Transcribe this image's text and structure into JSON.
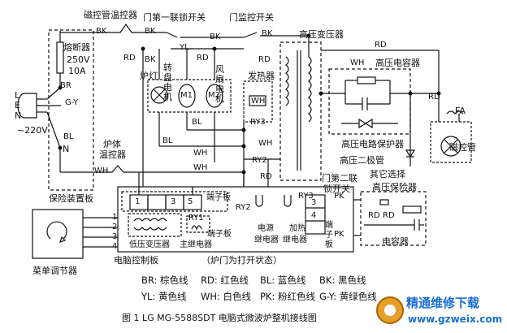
{
  "labels": {
    "magnetron_thermostat": "磁控管温控器",
    "door_first_interlock": "门第一联锁开关",
    "door_monitor_switch": "门监控开关",
    "hv_transformer": "高压变压器",
    "hv_capacitor": "高压电容器",
    "fuse_title": "熔断器",
    "fuse_voltage": "250V",
    "fuse_current": "10A",
    "turntable_motor": "转盘电机",
    "fan_motor": "风扇电机",
    "oven_lamp": "炉灯",
    "heater": "发热器",
    "hv_circuit_protector": "高压电路保护器",
    "hv_diode": "高压二极管",
    "magnetron": "磁控管",
    "other_options": "其它选择",
    "hv_protector": "高压保险器",
    "capacitor": "电容器",
    "cavity_thermostat_1": "炉体",
    "cavity_thermostat_2": "温控器",
    "protection_board": "保险装置板",
    "menu_controller": "菜单调节器",
    "computer_board": "电脑控制板",
    "door_state": "（炉门为打开状态）",
    "lv_transformer": "低压变压器",
    "main_relay": "主继电器",
    "terminal_board": "端子板",
    "power_relay_1": "电源",
    "power_relay_2": "继电器",
    "heating_relay_1": "加热",
    "heating_relay_2": "继电器",
    "door_second_interlock_1": "门第二联",
    "door_second_interlock_2": "锁开关",
    "voltage": "~220V",
    "L": "L",
    "E": "E",
    "N": "N",
    "FA": "FA",
    "M1": "M1",
    "M2": "M2",
    "WH_box": "WH",
    "RY1": "RY1",
    "RY2": "RY2",
    "RY3": "RY3",
    "num1": "1",
    "num2": "2",
    "num3": "3",
    "num4": "4",
    "num5": "5"
  },
  "wires": {
    "BK": "BK",
    "RD": "RD",
    "YL": "YL",
    "WH": "WH",
    "BL": "BL",
    "BR": "BR",
    "GY": "G-Y",
    "PK": "PK"
  },
  "legend": {
    "row1": [
      "BR: 棕色线",
      "RD: 红色线",
      "BL: 蓝色线",
      "BK: 黑色线"
    ],
    "row2": [
      "YL: 黄色线",
      "WH: 白色线",
      "PK: 粉红色线",
      "G-Y: 黄绿色线"
    ]
  },
  "caption": "图 1  LG MG-5588SDT 电脑式微波炉整机接线图",
  "watermark": {
    "title": "精通维修下载",
    "url": "www.gzweix.com"
  }
}
